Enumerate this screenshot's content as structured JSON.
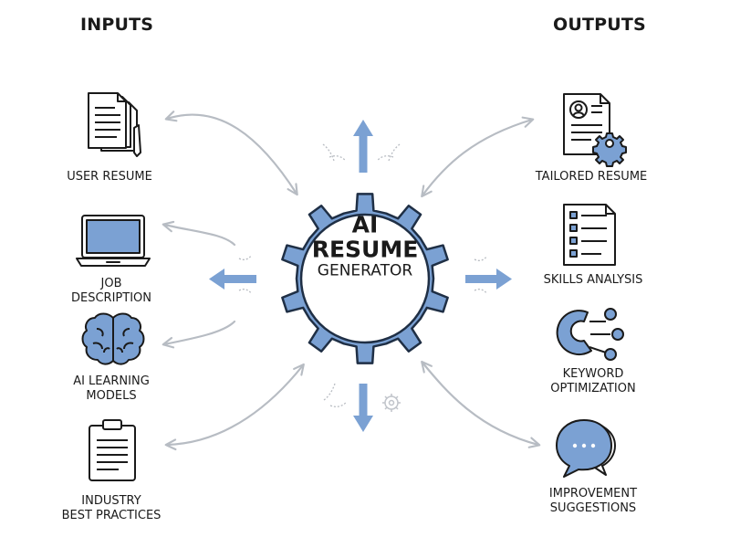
{
  "headings": {
    "inputs": "INPUTS",
    "outputs": "OUTPUTS"
  },
  "center": {
    "line1": "AI",
    "line2": "RESUME",
    "line3": "GENERATOR"
  },
  "inputs": [
    {
      "icon": "document-icon",
      "lines": [
        "USER RESUME"
      ]
    },
    {
      "icon": "laptop-icon",
      "lines": [
        "JOB",
        "DESCRIPTION"
      ]
    },
    {
      "icon": "brain-icon",
      "lines": [
        "AI LEARNING",
        "MODELS"
      ]
    },
    {
      "icon": "clipboard-icon",
      "lines": [
        "INDUSTRY",
        "BEST PRACTICES"
      ]
    }
  ],
  "outputs": [
    {
      "icon": "profile-resume-icon",
      "lines": [
        "TAILORED RESUME"
      ]
    },
    {
      "icon": "checklist-icon",
      "lines": [
        "SKILLS ANALYSIS"
      ]
    },
    {
      "icon": "network-pie-icon",
      "lines": [
        "KEYWORD",
        "OPTIMIZATION"
      ]
    },
    {
      "icon": "chat-bubbles-icon",
      "lines": [
        "IMPROVEMENT",
        "SUGGESTIONS"
      ]
    }
  ],
  "colors": {
    "gear_fill": "#7ba1d3",
    "gear_stroke": "#1f2f45",
    "accent_arrow": "#7ba1d3",
    "connector": "#b7bcc3",
    "text": "#1a1a1a"
  }
}
